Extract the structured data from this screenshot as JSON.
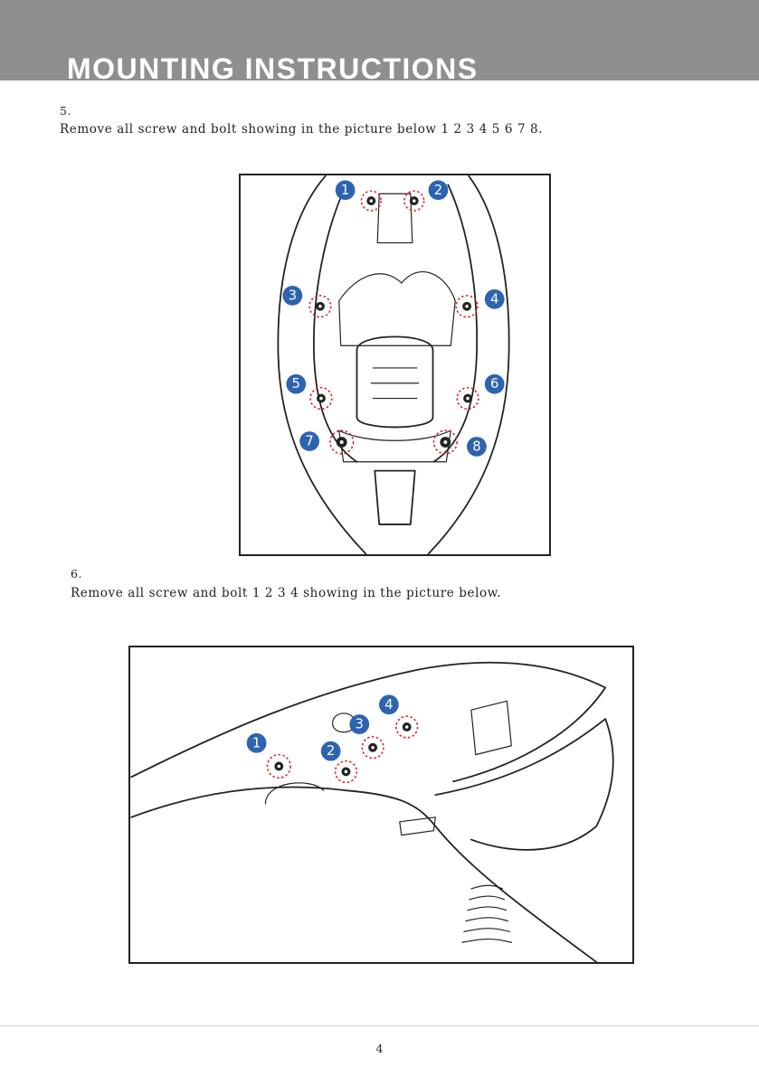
{
  "header": {
    "title": "MOUNTING INSTRUCTIONS"
  },
  "steps": [
    {
      "number": "5.",
      "text": "Remove all screw and bolt showing in the picture below 1 2 3 4 5 6 7 8.",
      "markers": [
        "1",
        "2",
        "3",
        "4",
        "5",
        "6",
        "7",
        "8"
      ]
    },
    {
      "number": "6.",
      "text": "Remove all screw and bolt 1 2 3 4 showing in the picture below.",
      "markers": [
        "1",
        "2",
        "3",
        "4"
      ]
    }
  ],
  "footer": {
    "page_number": "4"
  },
  "colors": {
    "header_band": "#8e8f91",
    "marker": "#2d63b0",
    "bolt_ring": "#d9262a"
  }
}
